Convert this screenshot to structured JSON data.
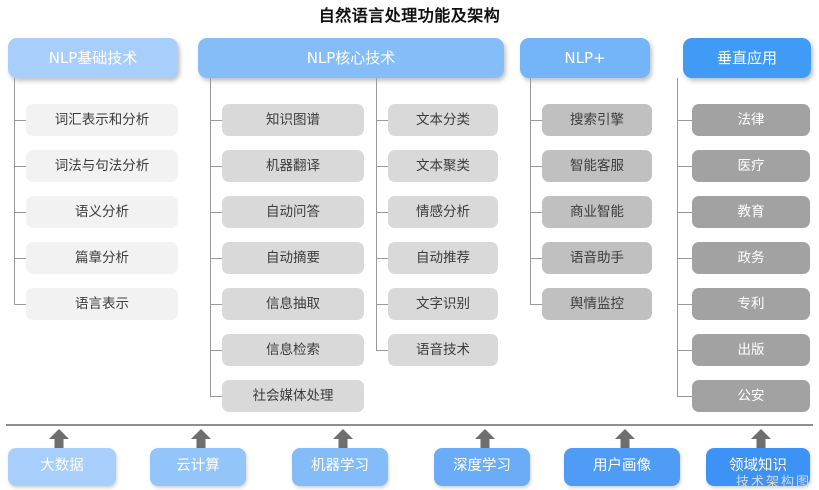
{
  "title": "自然语言处理功能及架构",
  "watermark": "技术架构图",
  "colors": {
    "header_basic": "#a8cefb",
    "header_core": "#85bdf9",
    "header_plus": "#74b4f8",
    "header_vertical": "#3f9bf5",
    "item_basic": "#f2f2f2",
    "item_core": "#d9d9d9",
    "item_plus": "#c0c0c0",
    "item_vertical": "#a2a2a2",
    "line": "#9a9a9a",
    "arrow": "#6e6e6e",
    "baseline": "#8e8e8e"
  },
  "categories": [
    {
      "id": "basic",
      "label": "NLP基础技术",
      "columns": [
        {
          "items": [
            "词汇表示和分析",
            "词法与句法分析",
            "语义分析",
            "篇章分析",
            "语言表示"
          ]
        }
      ]
    },
    {
      "id": "core",
      "label": "NLP核心技术",
      "columns": [
        {
          "items": [
            "知识图谱",
            "机器翻译",
            "自动问答",
            "自动摘要",
            "信息抽取",
            "信息检索",
            "社会媒体处理"
          ]
        },
        {
          "items": [
            "文本分类",
            "文本聚类",
            "情感分析",
            "自动推荐",
            "文字识别",
            "语音技术"
          ]
        }
      ]
    },
    {
      "id": "plus",
      "label": "NLP+",
      "columns": [
        {
          "items": [
            "搜索引擎",
            "智能客服",
            "商业智能",
            "语音助手",
            "舆情监控"
          ]
        }
      ]
    },
    {
      "id": "vertical",
      "label": "垂直应用",
      "columns": [
        {
          "items": [
            "法律",
            "医疗",
            "教育",
            "政务",
            "专利",
            "出版",
            "公安"
          ]
        }
      ]
    }
  ],
  "foundation": {
    "items": [
      {
        "label": "大数据",
        "color": "#a8cefb"
      },
      {
        "label": "云计算",
        "color": "#93c4fa"
      },
      {
        "label": "机器学习",
        "color": "#83bcf9"
      },
      {
        "label": "深度学习",
        "color": "#6aacf7"
      },
      {
        "label": "用户画像",
        "color": "#4f9cf6"
      },
      {
        "label": "领域知识",
        "color": "#3d92f5"
      }
    ]
  }
}
